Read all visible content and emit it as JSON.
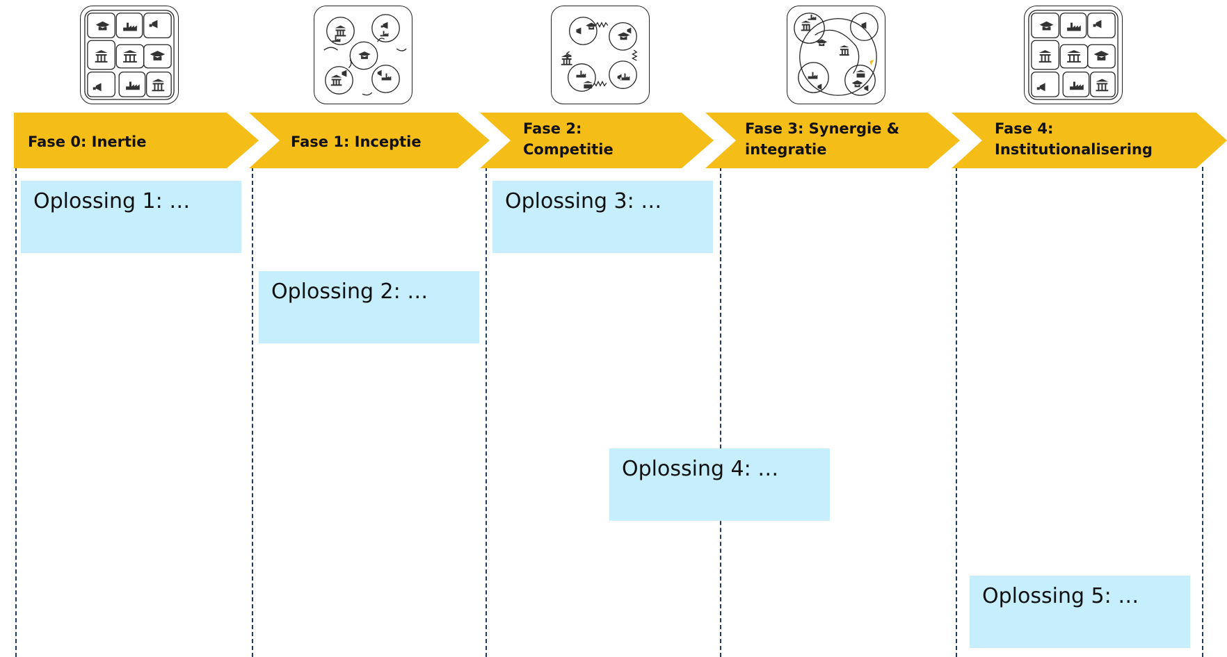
{
  "colors": {
    "chevron": "#f5bd17",
    "solution_fill": "#c6eefc",
    "divider": "#1f3a5f"
  },
  "phases": [
    {
      "label": "Fase 0: Inertie",
      "icon": "grid-of-actors-icon"
    },
    {
      "label": "Fase 1: Inceptie",
      "icon": "scattered-actors-icon"
    },
    {
      "label": "Fase 2:\nCompetitie",
      "icon": "competing-clusters-icon"
    },
    {
      "label": "Fase 3: Synergie &\nintegratie",
      "icon": "overlapping-circles-icon"
    },
    {
      "label": "Fase 4:\nInstitutionalisering",
      "icon": "grid-of-actors-icon"
    }
  ],
  "solutions": [
    {
      "label": "Oplossing 1: …"
    },
    {
      "label": "Oplossing 2: …"
    },
    {
      "label": "Oplossing 3: …"
    },
    {
      "label": "Oplossing 4: …"
    },
    {
      "label": "Oplossing 5: …"
    }
  ]
}
